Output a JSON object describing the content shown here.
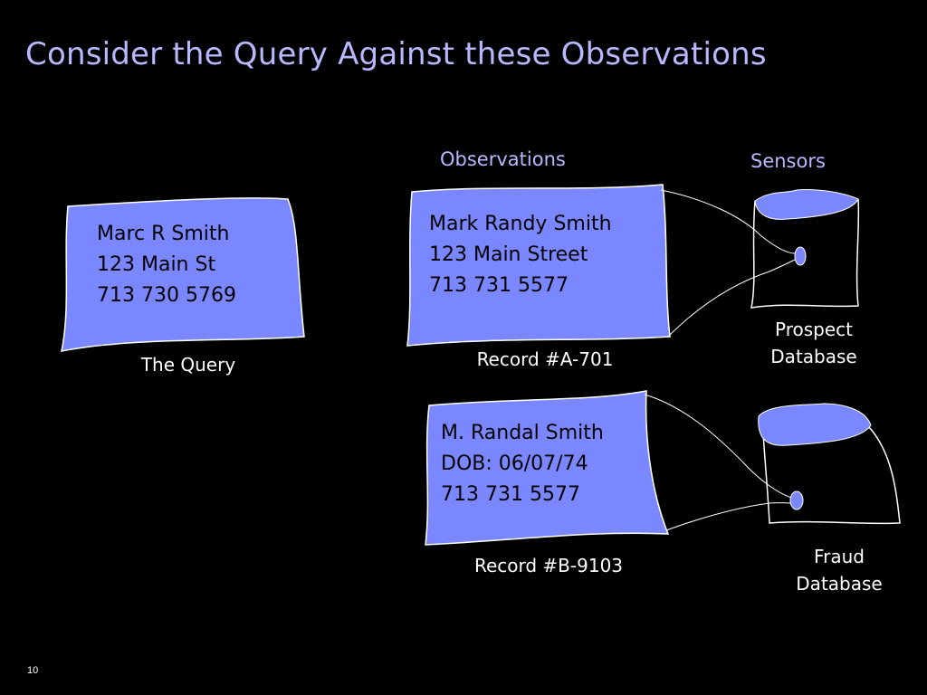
{
  "title": "Consider the Query Against these Observations",
  "headers": {
    "observations": "Observations",
    "sensors": "Sensors"
  },
  "query": {
    "lines": [
      "Marc R Smith",
      "123 Main St",
      "713 730 5769"
    ],
    "caption": "The Query"
  },
  "record_a": {
    "lines": [
      "Mark Randy Smith",
      "123 Main Street",
      "713 731 5577"
    ],
    "caption": "Record #A-701"
  },
  "record_b": {
    "lines": [
      "M. Randal Smith",
      "DOB: 06/07/74",
      "713 731 5577"
    ],
    "caption": "Record #B-9103"
  },
  "prospect_db": {
    "lines": [
      "Prospect",
      "Database"
    ]
  },
  "fraud_db": {
    "lines": [
      "Fraud",
      "Database"
    ]
  },
  "page_number": "10",
  "colors": {
    "background": "#000000",
    "card_fill": "#7b87ff",
    "title_color": "#b8b8ff",
    "line_color": "#ffffff"
  }
}
